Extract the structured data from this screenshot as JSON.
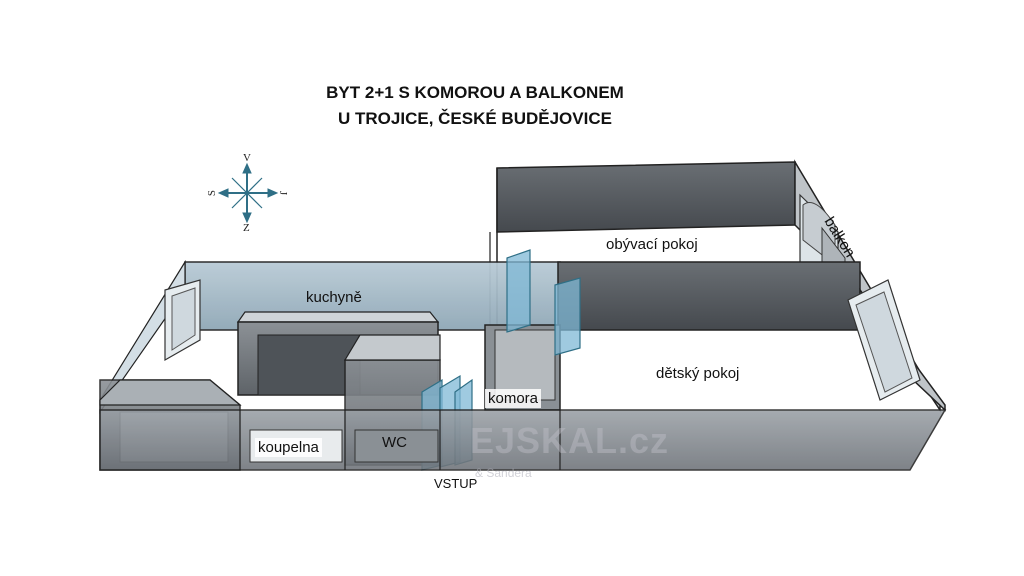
{
  "title": {
    "line1": "BYT 2+1 S KOMOROU A BALKONEM",
    "line2": "U TROJICE, ČESKÉ BUDĚJOVICE"
  },
  "compass": {
    "north": "V",
    "south": "Z",
    "west": "S",
    "east": "J"
  },
  "rooms": {
    "kitchen": "kuchyně",
    "living_room": "obývací pokoj",
    "balcony": "balkon",
    "kids_room": "dětský pokoj",
    "storage": "komora",
    "bathroom": "koupelna",
    "wc": "WC",
    "entrance": "VSTUP"
  },
  "watermark": {
    "text": "EJSKAL.cz",
    "sub": "& Sandera"
  },
  "colors": {
    "wall_dark": "#555a60",
    "wall_blue": "#9fb6c4",
    "glass": "#7fb8d6"
  }
}
